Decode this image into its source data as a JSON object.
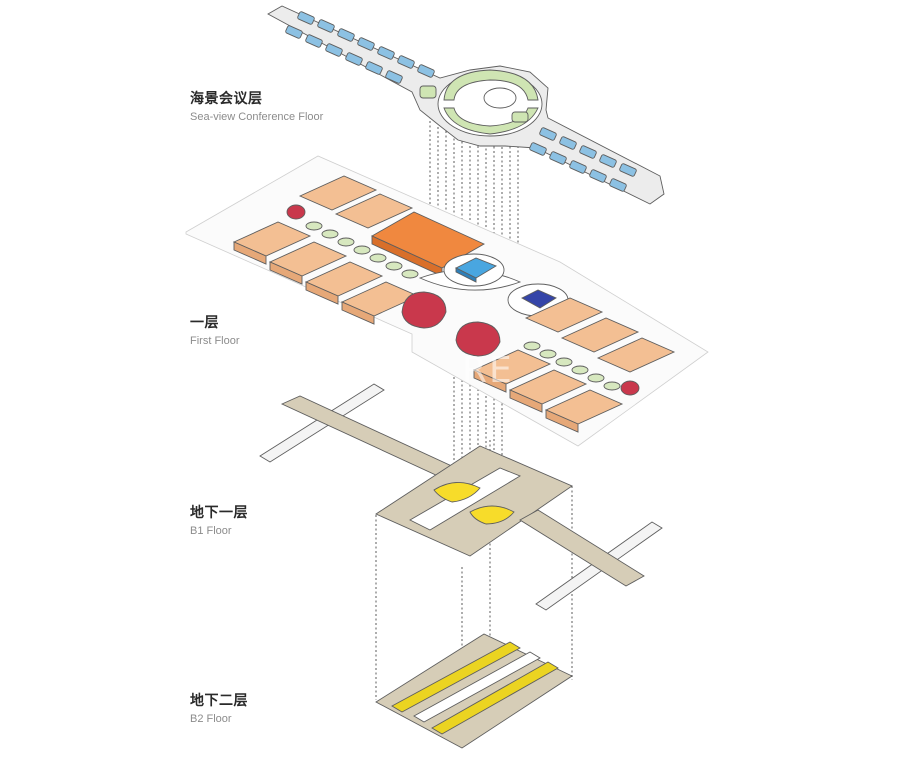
{
  "floors": [
    {
      "zh": "海景会议层",
      "en": "Sea-view Conference Floor"
    },
    {
      "zh": "一层",
      "en": "First Floor"
    },
    {
      "zh": "地下一层",
      "en": "B1 Floor"
    },
    {
      "zh": "地下二层",
      "en": "B2 Floor"
    }
  ],
  "watermark": "RE",
  "colors": {
    "conference_room": "#8cc1e3",
    "conference_green": "#cfe5b3",
    "hall_peach": "#f3bf93",
    "main_hall_orange": "#f0883f",
    "pavilion_blue": "#49a6e0",
    "pavilion_navy": "#3545a8",
    "entry_red": "#c9384c",
    "slab_taupe": "#d6cdb7",
    "core_yellow": "#f7dc2a",
    "b2_yellow": "#ebd421",
    "outline": "#5b5b5b"
  }
}
